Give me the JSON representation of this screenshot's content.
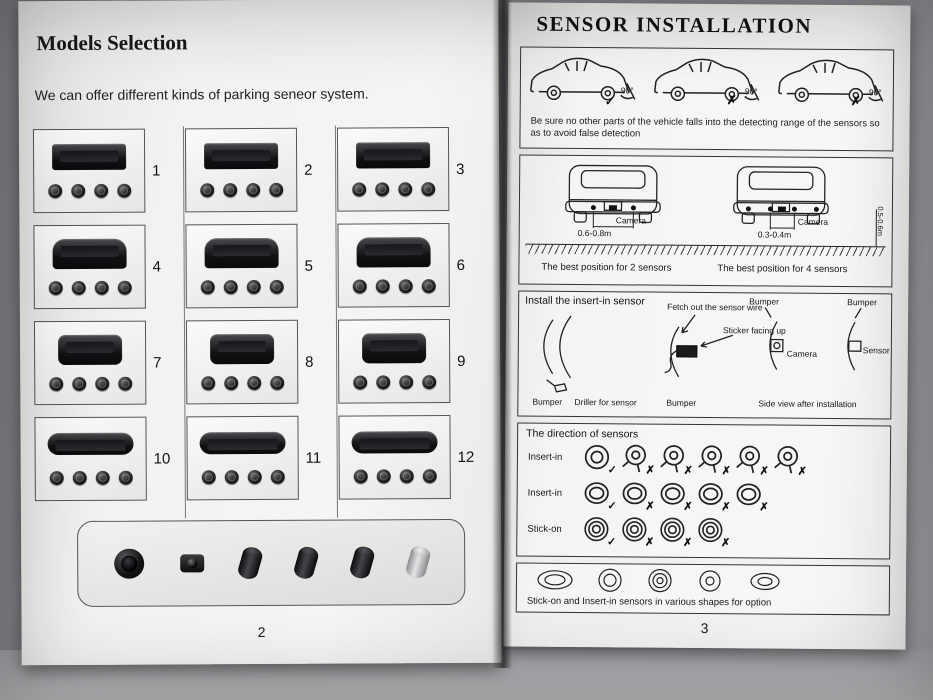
{
  "icons": {
    "check": "✓",
    "cross": "✗"
  },
  "left_page": {
    "title": "Models Selection",
    "intro": "We can offer different kinds of parking seneor system.",
    "page_number": "2",
    "models": [
      {
        "num": "1"
      },
      {
        "num": "2"
      },
      {
        "num": "3"
      },
      {
        "num": "4"
      },
      {
        "num": "5"
      },
      {
        "num": "6"
      },
      {
        "num": "7"
      },
      {
        "num": "8"
      },
      {
        "num": "9"
      },
      {
        "num": "10"
      },
      {
        "num": "11"
      },
      {
        "num": "12"
      }
    ]
  },
  "right_page": {
    "title": "SENSOR INSTALLATION",
    "page_number": "3",
    "angle_section": {
      "angles": [
        "90°",
        "90°",
        "90°"
      ],
      "note": "Be sure no other parts of the vehicle falls into the detecting range of the sensors so as to avoid false detection"
    },
    "position_section": {
      "camera_label": "Camera",
      "camera_label2": "Camera",
      "dist2": "0.6-0.8m",
      "dist4": "0.3-0.4m",
      "height": "0.5-0.6m",
      "caption2": "The best position for 2 sensors",
      "caption4": "The best position for 4 sensors"
    },
    "install_section": {
      "header": "Install the insert-in sensor",
      "fetch": "Fetch out the sensor wire",
      "sticker": "Sticker facing up",
      "bumper1": "Bumper",
      "bumper2": "Bumper",
      "bumper3": "Bumper",
      "bumper4": "Bumper",
      "camera": "Camera",
      "sensor": "Sensor",
      "driller": "Driller for sensor",
      "sideview": "Side view after installation"
    },
    "direction_section": {
      "header": "The direction of sensors",
      "row1": "Insert-in",
      "row2": "Insert-in",
      "row3": "Stick-on"
    },
    "option_caption": "Stick-on and Insert-in sensors in various shapes for option"
  }
}
